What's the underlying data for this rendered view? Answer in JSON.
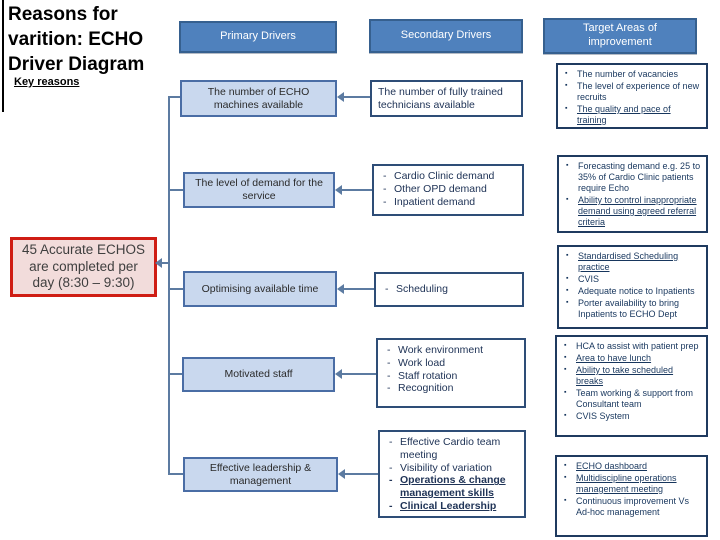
{
  "title": "Reasons for\nvarition:  ECHO\nDriver Diagram",
  "key_reasons_label": "Key reasons",
  "headers": {
    "primary": "Primary Drivers",
    "secondary": "Secondary Drivers",
    "target": "Target Areas of improvement"
  },
  "goal_box": {
    "text": "45 Accurate ECHOS are completed per day (8:30 – 9:30)"
  },
  "rows": [
    {
      "primary": "The number of ECHO machines available",
      "secondary_text": "The number of fully trained technicians available",
      "targets": [
        "The number of vacancies",
        "The level of experience of new recruits",
        "The quality and pace of training"
      ]
    },
    {
      "primary": "The level of demand for the service",
      "secondary_items": [
        "Cardio Clinic demand",
        "Other OPD demand",
        "Inpatient demand"
      ],
      "targets": [
        "Forecasting demand e.g. 25 to 35% of Cardio Clinic patients require Echo",
        "Ability to control inappropriate demand using agreed referral criteria"
      ]
    },
    {
      "primary": "Optimising available time",
      "secondary_items": [
        "Scheduling"
      ],
      "targets": [
        "Standardised Scheduling practice",
        "CVIS",
        "Adequate notice to Inpatients",
        "Porter availability to bring Inpatients to ECHO Dept"
      ]
    },
    {
      "primary": "Motivated staff",
      "secondary_items": [
        "Work environment",
        "Work load",
        "Staff rotation",
        "Recognition"
      ],
      "targets": [
        "HCA to assist with patient prep",
        "Area to have lunch",
        "Ability to take scheduled breaks",
        "Team working & support from Consultant team",
        "CVIS System"
      ]
    },
    {
      "primary": "Effective leadership & management",
      "secondary_items": [
        "Effective Cardio team meeting",
        "Visibility of variation",
        "Operations & change management skills",
        "Clinical Leadership"
      ],
      "targets": [
        "ECHO dashboard",
        "Multidiscipline operations management meeting",
        "Continuous improvement Vs Ad-hoc management"
      ]
    }
  ],
  "colors": {
    "header_fill": "#4f81bd",
    "header_border": "#36608f",
    "primary_fill": "#c9d8ee",
    "primary_border": "#4a6da5",
    "box_border": "#2e4d77",
    "box_text": "#203457",
    "target_border": "#1f3a5f",
    "target_text": "#17365d",
    "connector": "#5c7ba1",
    "goal_fill": "#f2dcdb",
    "goal_border": "#cf1d14"
  }
}
